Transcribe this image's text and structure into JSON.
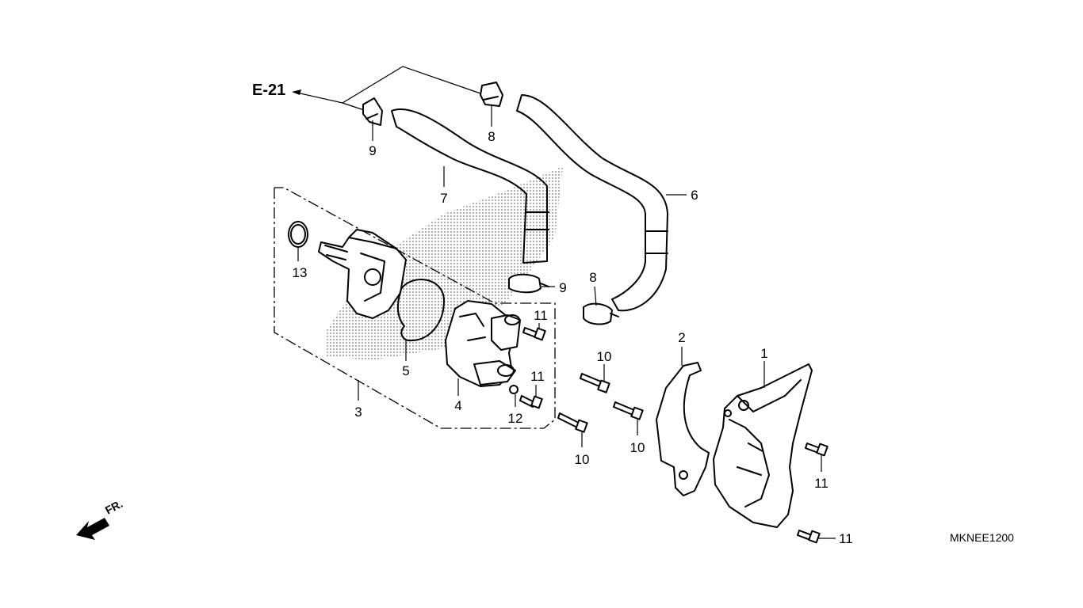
{
  "diagram": {
    "reference_label": "E-21",
    "diagram_code": "MKNEE1200",
    "front_label": "FR.",
    "callouts": {
      "c1": "1",
      "c2": "2",
      "c3": "3",
      "c4": "4",
      "c5": "5",
      "c6": "6",
      "c7": "7",
      "c8a": "8",
      "c8b": "8",
      "c9a": "9",
      "c9b": "9",
      "c10a": "10",
      "c10b": "10",
      "c10c": "10",
      "c11a": "11",
      "c11b": "11",
      "c11c": "11",
      "c11d": "11",
      "c12": "12",
      "c13": "13"
    }
  }
}
